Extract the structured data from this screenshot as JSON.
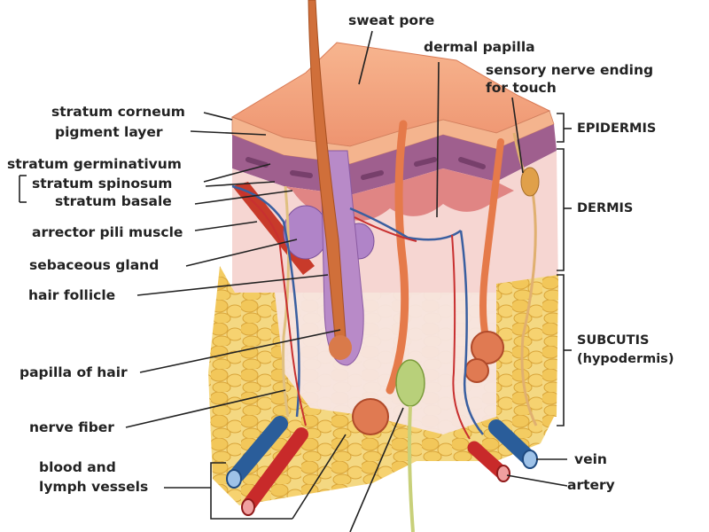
{
  "labels": {
    "sweat_pore": "sweat pore",
    "dermal_papilla": "dermal papilla",
    "sensory_nerve_line1": "sensory nerve ending",
    "sensory_nerve_line2": "for touch",
    "stratum_corneum": "stratum corneum",
    "pigment_layer": "pigment layer",
    "stratum_germinativum": "stratum germinativum",
    "stratum_spinosum": "stratum spinosum",
    "stratum_basale": "stratum basale",
    "arrector_pili": "arrector pili muscle",
    "sebaceous_gland": "sebaceous gland",
    "hair_follicle": "hair follicle",
    "papilla_of_hair": "papilla of hair",
    "nerve_fiber": "nerve fiber",
    "blood_lymph_line1": "blood and",
    "blood_lymph_line2": "lymph vessels",
    "epidermis": "EPIDERMIS",
    "dermis": "DERMIS",
    "subcutis_line1": "SUBCUTIS",
    "subcutis_line2": "(hypodermis)",
    "vein": "vein",
    "artery": "artery"
  },
  "colors": {
    "epidermis_surface": "#f2a27c",
    "pigment_layer": "#9b5a8c",
    "dermis": "#f6d4d0",
    "fat": "#f2cf6a",
    "hair": "#d97a45",
    "vein": "#2d5f9a",
    "artery": "#c42a2a",
    "gland": "#b58ac9"
  }
}
